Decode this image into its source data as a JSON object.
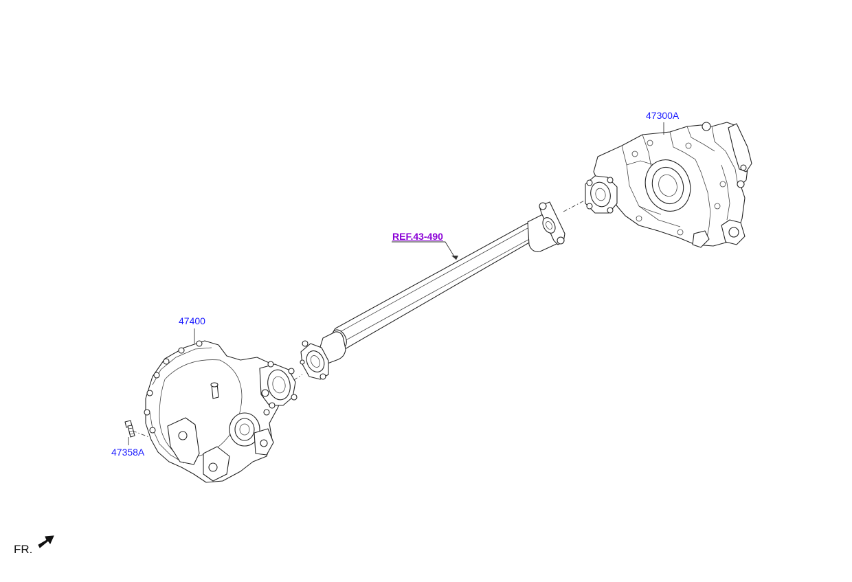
{
  "callouts": {
    "rear_diff": "47300A",
    "front_diff": "47400",
    "bolt": "47358A",
    "shaft_ref": "REF.43-490"
  },
  "orientation": {
    "label": "FR."
  },
  "colors": {
    "part_label": "#1a1aff",
    "ref_label": "#8a00d6",
    "line": "#222222"
  },
  "icons": {
    "orientation": "arrow-icon"
  }
}
